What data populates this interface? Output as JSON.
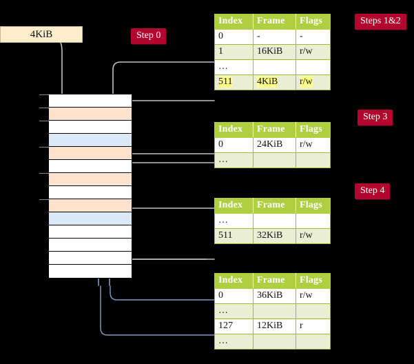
{
  "source_box": {
    "label": "4KiB"
  },
  "badges": [
    {
      "id": "step-0",
      "label": "Step 0"
    },
    {
      "id": "steps-1-2",
      "label": "Steps 1&2"
    },
    {
      "id": "step-3",
      "label": "Step 3"
    },
    {
      "id": "step-4",
      "label": "Step 4"
    }
  ],
  "colors": {
    "background": "#000000",
    "badge": "#b2062e",
    "table_header": "#aecf3f",
    "table_alt_row": "#e9eed5",
    "highlight": "#ffff8a",
    "mem_peach": "#fde3ce",
    "mem_blue": "#dbe8f8",
    "source_box": "#fceeca",
    "gray_arrow": "#bfbfbf",
    "blue_arrow": "#7e9fc4"
  },
  "memory_column": {
    "name": "physical-memory",
    "rows": [
      {
        "fill": "white"
      },
      {
        "fill": "peach"
      },
      {
        "fill": "white"
      },
      {
        "fill": "blue"
      },
      {
        "fill": "peach"
      },
      {
        "fill": "white"
      },
      {
        "fill": "peach"
      },
      {
        "fill": "white"
      },
      {
        "fill": "peach"
      },
      {
        "fill": "blue"
      },
      {
        "fill": "white"
      },
      {
        "fill": "white"
      },
      {
        "fill": "white"
      },
      {
        "fill": "white"
      }
    ]
  },
  "tables": [
    {
      "id": "page-table-level-4",
      "headers": [
        "Index",
        "Frame",
        "Flags"
      ],
      "rows": [
        {
          "cells": [
            "0",
            "-",
            "-"
          ],
          "alt": false,
          "highlight": false
        },
        {
          "cells": [
            "1",
            "16KiB",
            "r/w"
          ],
          "alt": true,
          "highlight": false
        },
        {
          "cells": [
            "…",
            "",
            ""
          ],
          "alt": false,
          "highlight": false
        },
        {
          "cells": [
            "511",
            "4KiB",
            "r/w"
          ],
          "alt": true,
          "highlight": true
        }
      ]
    },
    {
      "id": "page-table-level-3",
      "headers": [
        "Index",
        "Frame",
        "Flags"
      ],
      "rows": [
        {
          "cells": [
            "0",
            "24KiB",
            "r/w"
          ],
          "alt": false,
          "highlight": false
        },
        {
          "cells": [
            "…",
            "",
            ""
          ],
          "alt": true,
          "highlight": false
        }
      ]
    },
    {
      "id": "page-table-level-2",
      "headers": [
        "Index",
        "Frame",
        "Flags"
      ],
      "rows": [
        {
          "cells": [
            "…",
            "",
            ""
          ],
          "alt": false,
          "highlight": false
        },
        {
          "cells": [
            "511",
            "32KiB",
            "r/w"
          ],
          "alt": true,
          "highlight": false
        }
      ]
    },
    {
      "id": "page-table-level-1",
      "headers": [
        "Index",
        "Frame",
        "Flags"
      ],
      "rows": [
        {
          "cells": [
            "0",
            "36KiB",
            "r/w"
          ],
          "alt": false,
          "highlight": false
        },
        {
          "cells": [
            "…",
            "",
            ""
          ],
          "alt": true,
          "highlight": false
        },
        {
          "cells": [
            "127",
            "12KiB",
            "r"
          ],
          "alt": false,
          "highlight": false
        },
        {
          "cells": [
            "…",
            "",
            ""
          ],
          "alt": true,
          "highlight": false
        }
      ]
    }
  ]
}
